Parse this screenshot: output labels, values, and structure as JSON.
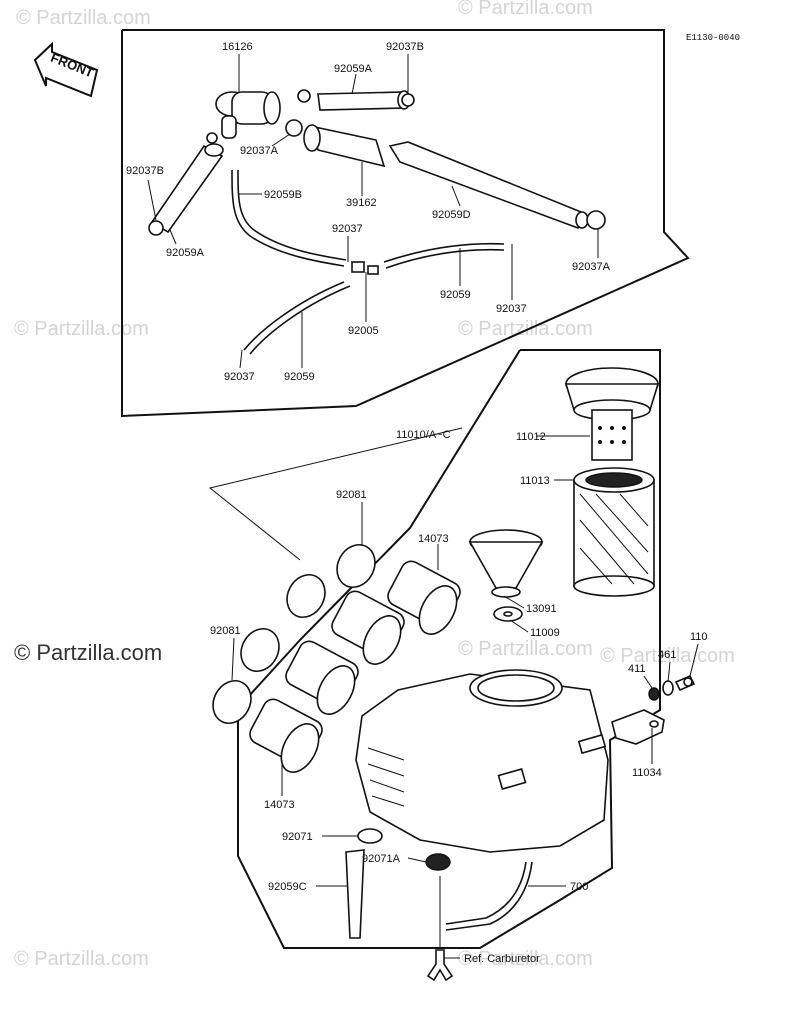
{
  "diagram_code": "E1130-0040",
  "front_label": "FRONT",
  "watermarks": [
    "© Partzilla.com",
    "© Partzilla.com",
    "© Partzilla.com",
    "© Partzilla.com",
    "© Partzilla.com",
    "© Partzilla.com",
    "© Partzilla.com",
    "© Partzilla.com"
  ],
  "watermark_main": "© Partzilla.com",
  "callouts": {
    "p16126": "16126",
    "p92037B_top": "92037B",
    "p92059A_top": "92059A",
    "p92037A_top": "92037A",
    "p92037B_left": "92037B",
    "p92059B": "92059B",
    "p39162": "39162",
    "p92059D": "92059D",
    "p92059A_left": "92059A",
    "p92037_mid": "92037",
    "p92037A_right": "92037A",
    "p92059_mid": "92059",
    "p92037_right": "92037",
    "p92005": "92005",
    "p92037_low": "92037",
    "p92059_low": "92059",
    "p11010": "11010/A~C",
    "p11012": "11012",
    "p11013": "11013",
    "p92081_top": "92081",
    "p14073_top": "14073",
    "p13091": "13091",
    "p11009": "11009",
    "p92081_left": "92081",
    "p110": "110",
    "p461": "461",
    "p411": "411",
    "p11034": "11034",
    "p14073_low": "14073",
    "p92071": "92071",
    "p92071A": "92071A",
    "p92059C": "92059C",
    "p700": "700",
    "ref_carb": "Ref.  Carburetor"
  }
}
